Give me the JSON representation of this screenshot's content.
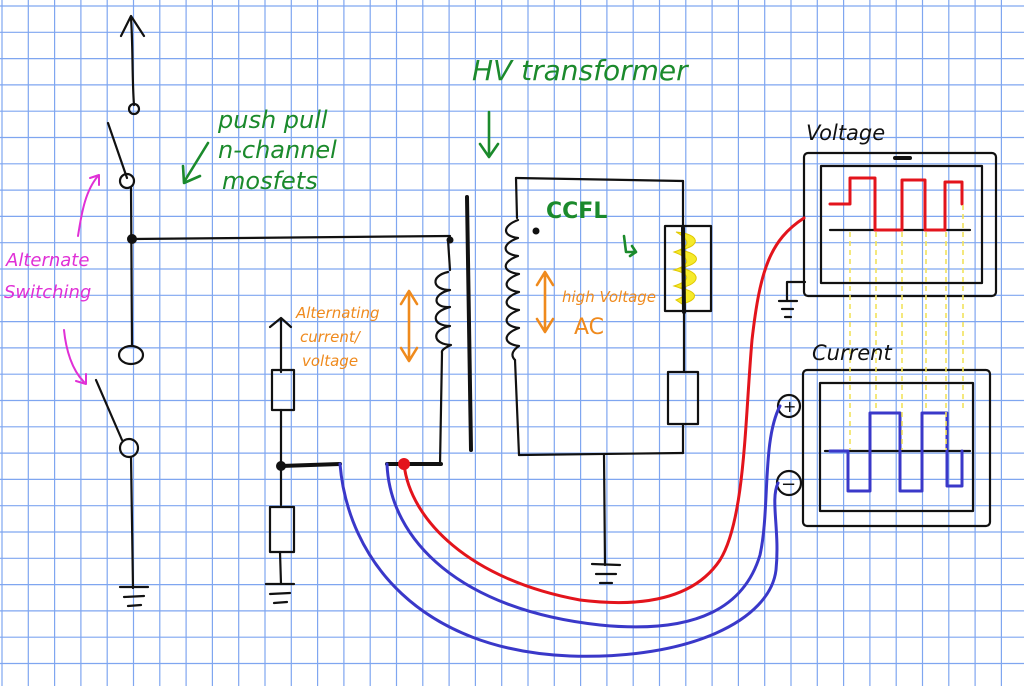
{
  "labels": {
    "push_pull": [
      "push pull",
      "n-channel",
      "mosfets"
    ],
    "hv_transformer": "HV transformer",
    "ccfl": "CCFL",
    "alternate_switching": [
      "Alternate",
      "Switching"
    ],
    "alternating_current": [
      "Alternating",
      "current/",
      "voltage"
    ],
    "high_voltage": "high Voltage",
    "ac": "AC",
    "voltage_scope": "Voltage",
    "current_scope": "Current",
    "plus": "+",
    "minus": "−"
  },
  "colors": {
    "grid": "#7fa6f0",
    "ink": "#111111",
    "label_green": "#1b8a2c",
    "label_orange": "#ef8a1d",
    "label_magenta": "#e030d6",
    "voltage_trace": "#e3141c",
    "current_trace": "#3a38c9",
    "ccfl_glow": "#f5ea2a"
  }
}
